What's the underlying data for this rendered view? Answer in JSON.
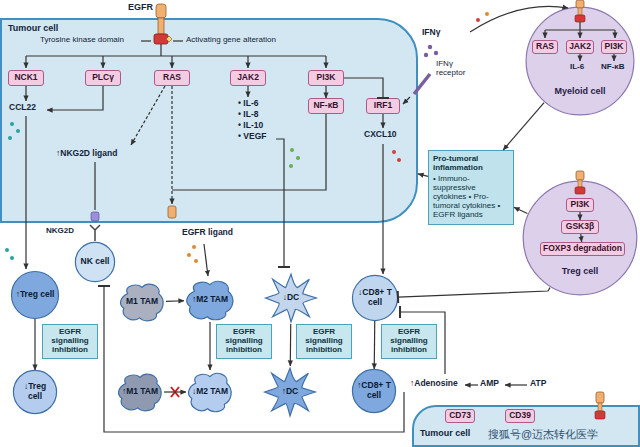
{
  "diagram": {
    "nodes": [
      {
        "text": [
          "Tumour cell"
        ]
      },
      {
        "text": [
          "NCK1"
        ],
        "in": 0
      },
      {
        "text": [
          "PLCγ"
        ],
        "in": 0
      },
      {
        "text": [
          "RAS"
        ],
        "in": 0
      },
      {
        "text": [
          "JAK2"
        ],
        "in": 0
      },
      {
        "text": [
          "PI3K"
        ],
        "in": 0
      },
      {
        "text": [
          "NF-κB"
        ],
        "in": 0
      },
      {
        "text": [
          "IRF1"
        ],
        "in": 0
      },
      {
        "text": [
          "Myeloid cell"
        ]
      },
      {
        "text": [
          "RAS"
        ],
        "in": 8
      },
      {
        "text": [
          "JAK2"
        ],
        "in": 8
      },
      {
        "text": [
          "PI3K"
        ],
        "in": 8
      },
      {
        "text": [
          "Pro-tumoral inflammation",
          "• Immuno-suppressive cytokines • Pro-tumoral cytokines • EGFR ligands"
        ]
      },
      {
        "text": [
          "Treg cell"
        ]
      },
      {
        "text": [
          "PI3K"
        ],
        "in": 13
      },
      {
        "text": [
          "GSK3β"
        ],
        "in": 13
      },
      {
        "text": [
          "FOXP3 degradation"
        ],
        "in": 13
      },
      {
        "text": [
          "↑Treg cell"
        ]
      },
      {
        "text": [
          "NK cell"
        ]
      },
      {
        "text": [
          "M1 TAM"
        ]
      },
      {
        "text": [
          "↑M2 TAM"
        ]
      },
      {
        "text": [
          "↓DC"
        ]
      },
      {
        "text": [
          "↓CD8+ T cell"
        ]
      },
      {
        "text": [
          "EGFR signalling inhibition"
        ]
      },
      {
        "text": [
          "EGFR signalling inhibition"
        ]
      },
      {
        "text": [
          "EGFR signalling inhibition"
        ]
      },
      {
        "text": [
          "EGFR signalling inhibition"
        ]
      },
      {
        "text": [
          "↓Treg cell"
        ]
      },
      {
        "text": [
          "↑M1 TAM"
        ]
      },
      {
        "text": [
          "↓M2 TAM"
        ]
      },
      {
        "text": [
          "↑DC"
        ]
      },
      {
        "text": [
          "↑CD8+ T cell"
        ]
      },
      {
        "text": [
          "Tumour cell"
        ]
      },
      {
        "text": [
          "CD73"
        ],
        "in": 32
      },
      {
        "text": [
          "CD39"
        ],
        "in": 32
      }
    ],
    "edges": [
      {
        "from": 5,
        "to": 6,
        "arrow": "to"
      },
      {
        "from": 5,
        "to": 7,
        "arrow": "none"
      },
      {
        "from": 12,
        "to": 0,
        "arrow": "to"
      },
      {
        "from": 8,
        "to": 12,
        "arrow": "to"
      },
      {
        "from": 13,
        "to": 12,
        "arrow": "to"
      },
      {
        "from": 14,
        "to": 15,
        "arrow": "to"
      },
      {
        "from": 15,
        "to": 16,
        "arrow": "to"
      },
      {
        "from": 17,
        "to": 27,
        "arrow": "to"
      },
      {
        "from": 19,
        "to": 20,
        "arrow": "to"
      },
      {
        "from": 20,
        "to": 29,
        "arrow": "to"
      },
      {
        "from": 28,
        "to": 29,
        "arrow": "to"
      },
      {
        "from": 21,
        "to": 30,
        "arrow": "to"
      },
      {
        "from": 22,
        "to": 31,
        "arrow": "to"
      },
      {
        "from": 13,
        "to": 22,
        "arrow": "none"
      }
    ],
    "labels": [
      "EGFR",
      "Tyrosine kinase domain",
      "Activating gene alteration",
      "IFNγ",
      "IFNγ receptor",
      "CCL22",
      "↑NKG2D ligand",
      "• IL-6",
      "• IL-8",
      "• IL-10",
      "• VEGF",
      "CXCL10",
      "NKG2D",
      "EGFR ligand",
      "IL-6",
      "NF-κB",
      "↑Adenosine",
      "AMP",
      "ATP",
      "搜狐号@迈杰转化医学"
    ]
  }
}
